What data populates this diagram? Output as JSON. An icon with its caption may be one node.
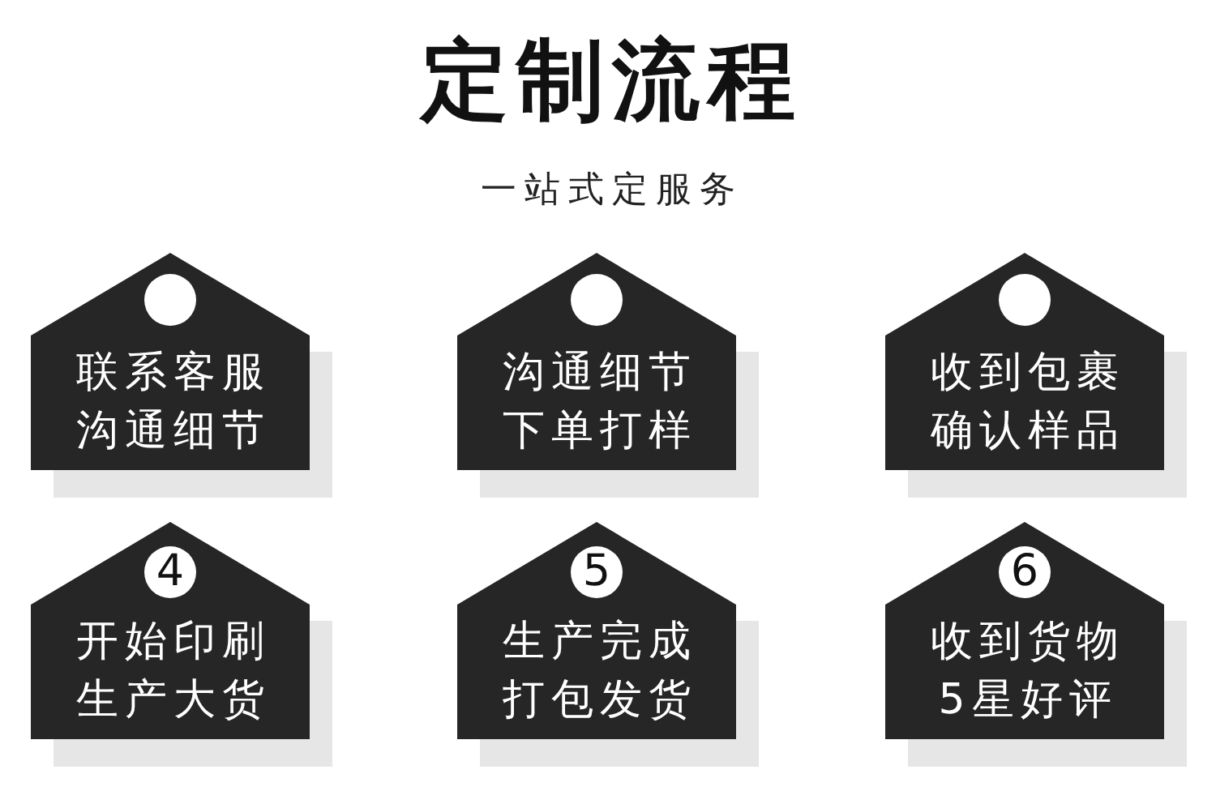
{
  "diagram": {
    "title": "定制流程",
    "nodes": [
      {
        "text": [
          "联系客服沟通细节"
        ]
      },
      {
        "text": [],
        "shape": "circle",
        "in": 0
      },
      {
        "text": [
          "沟通细节下单打样"
        ]
      },
      {
        "text": [],
        "shape": "circle",
        "in": 2
      },
      {
        "text": [
          "收到包裹确认样品"
        ]
      },
      {
        "text": [],
        "shape": "circle",
        "in": 4
      },
      {
        "text": [
          "开始印刷生产大货"
        ]
      },
      {
        "text": [
          "4"
        ],
        "in": 6
      },
      {
        "text": [
          "生产完成打包发货"
        ]
      },
      {
        "text": [
          "5"
        ],
        "in": 8
      },
      {
        "text": [
          "收到货物5星好评"
        ]
      },
      {
        "text": [
          "6"
        ],
        "in": 10
      }
    ],
    "labels": [
      "一站式定服务"
    ]
  }
}
